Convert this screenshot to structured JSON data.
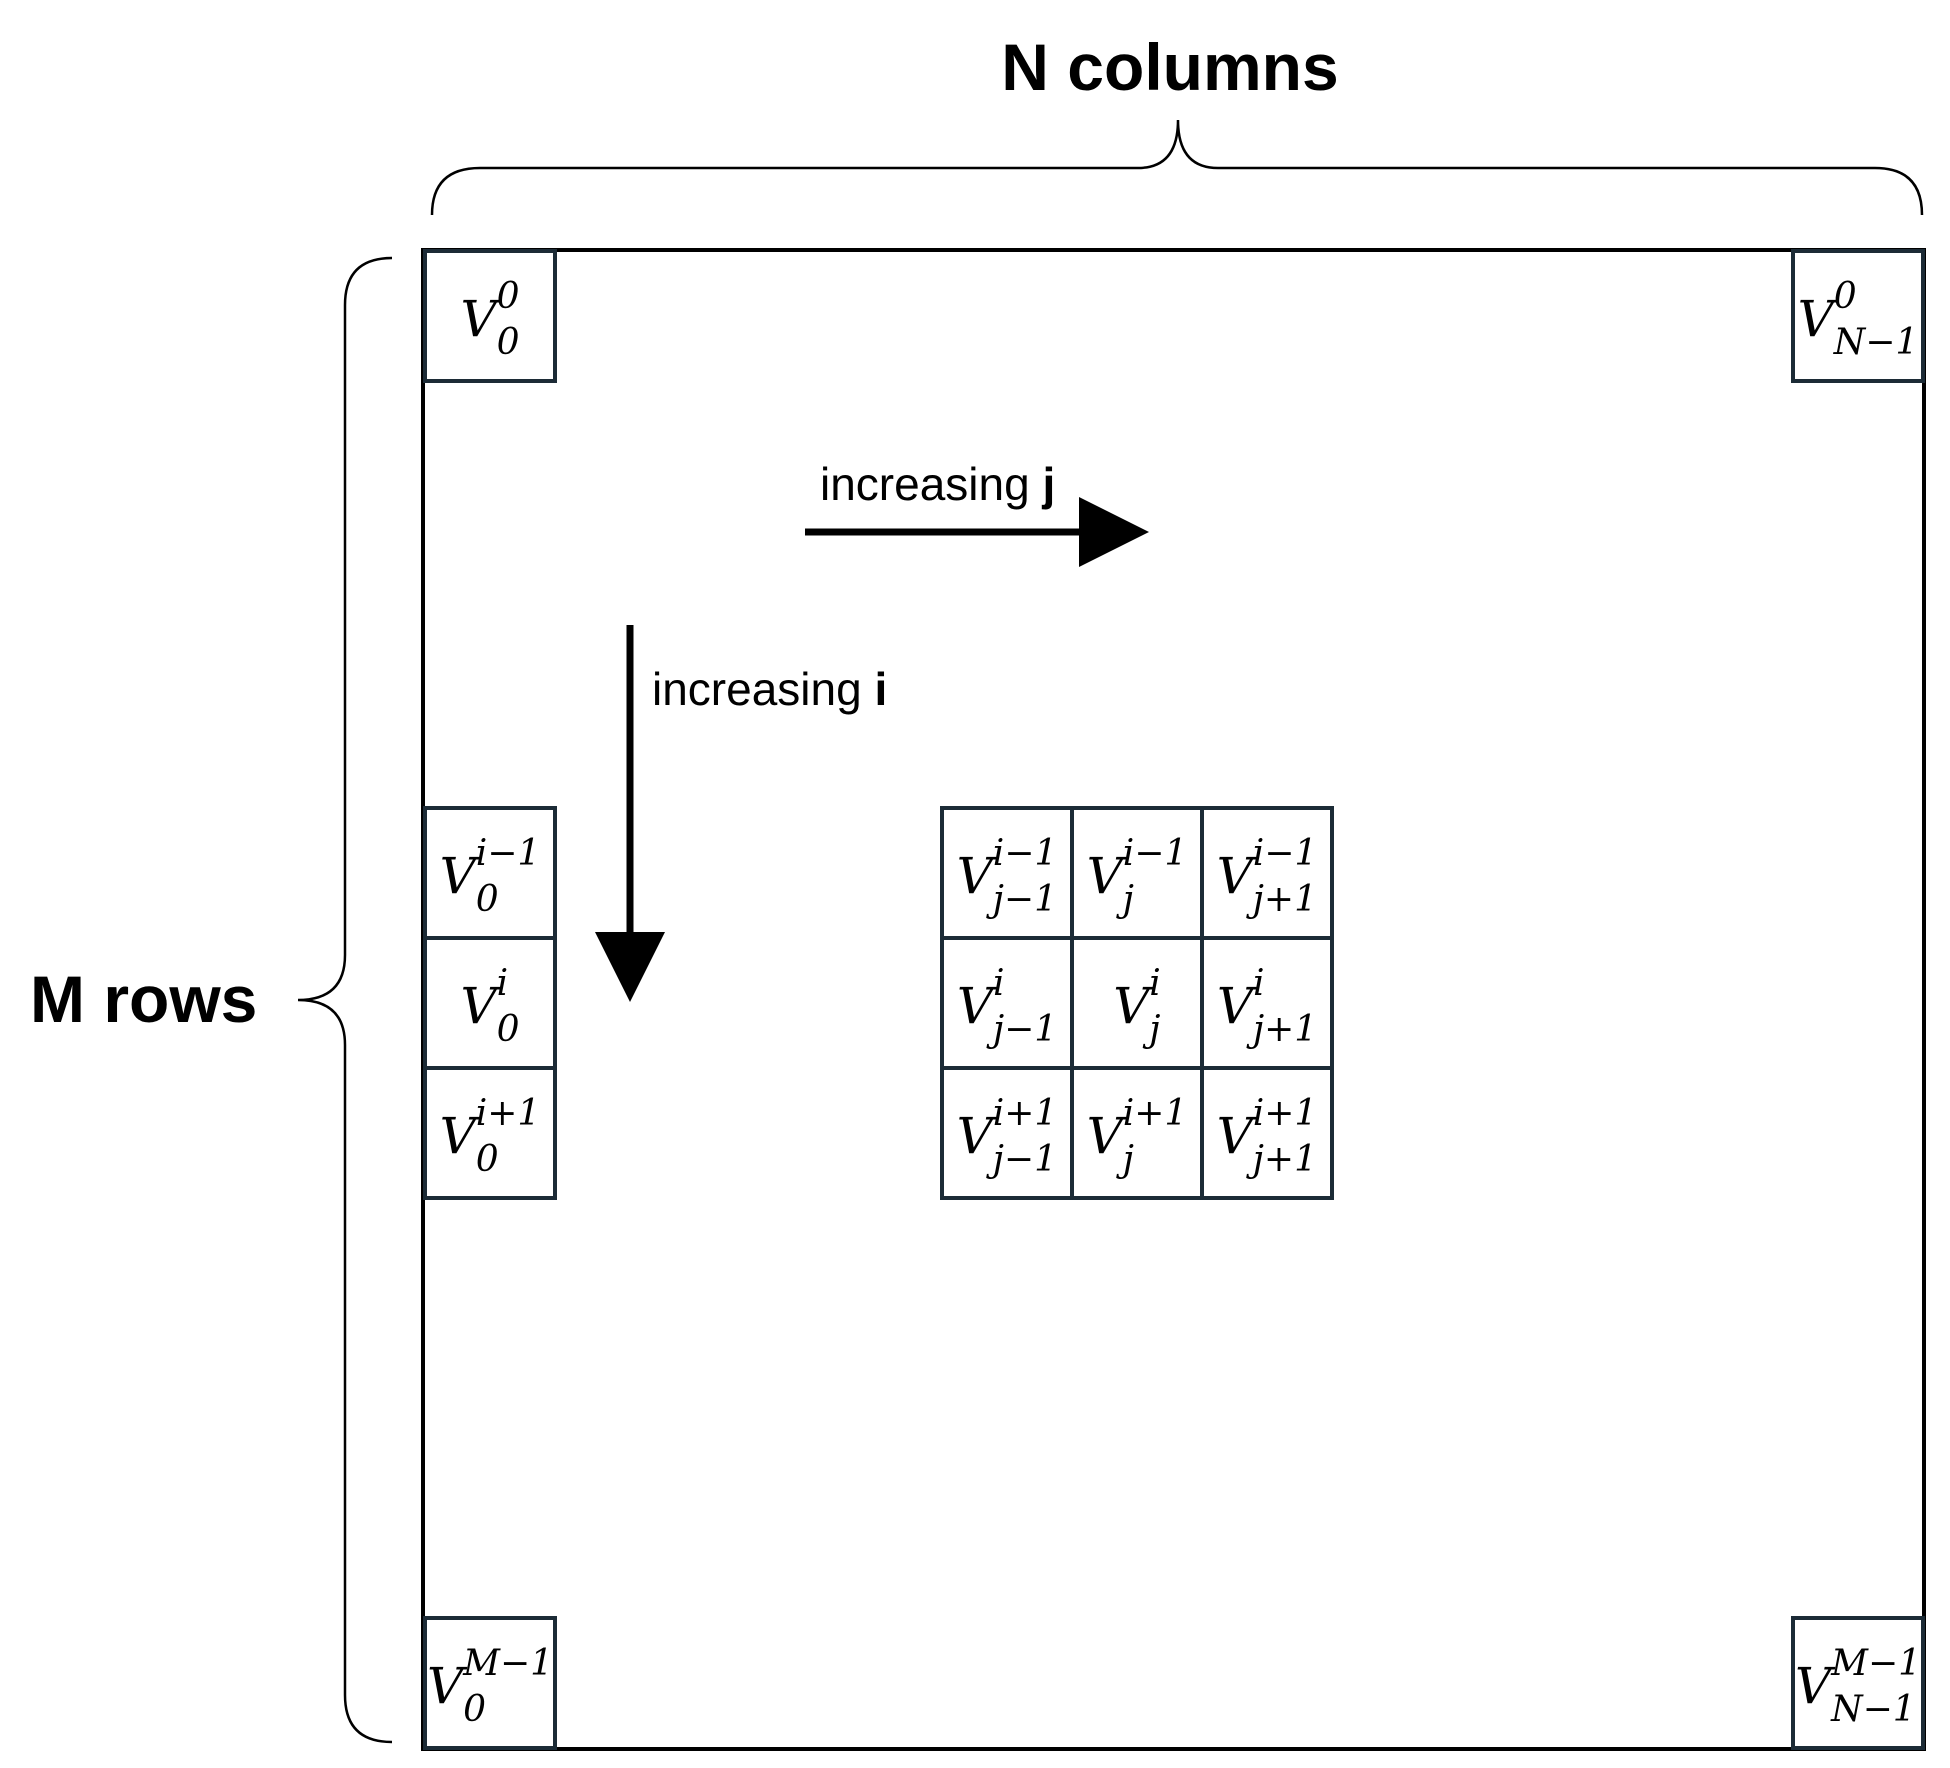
{
  "labels": {
    "columns": "N columns",
    "rows": "M rows",
    "increasing_j_text": "increasing ",
    "increasing_j_var": "j",
    "increasing_i_text": "increasing ",
    "increasing_i_var": "i"
  },
  "cells": {
    "top_left": {
      "base": "V",
      "sup": "0",
      "sub": "0"
    },
    "top_right": {
      "base": "V",
      "sup": "0",
      "sub": "N−1"
    },
    "bottom_left": {
      "base": "V",
      "sup": "M−1",
      "sub": "0"
    },
    "bottom_right": {
      "base": "V",
      "sup": "M−1",
      "sub": "N−1"
    },
    "left_column": [
      {
        "base": "V",
        "sup": "i−1",
        "sub": "0"
      },
      {
        "base": "V",
        "sup": "i",
        "sub": "0"
      },
      {
        "base": "V",
        "sup": "i+1",
        "sub": "0"
      }
    ],
    "stencil": [
      [
        {
          "base": "V",
          "sup": "i−1",
          "sub": "j−1"
        },
        {
          "base": "V",
          "sup": "i−1",
          "sub": "j"
        },
        {
          "base": "V",
          "sup": "i−1",
          "sub": "j+1"
        }
      ],
      [
        {
          "base": "V",
          "sup": "i",
          "sub": "j−1"
        },
        {
          "base": "V",
          "sup": "i",
          "sub": "j"
        },
        {
          "base": "V",
          "sup": "i",
          "sub": "j+1"
        }
      ],
      [
        {
          "base": "V",
          "sup": "i+1",
          "sub": "j−1"
        },
        {
          "base": "V",
          "sup": "i+1",
          "sub": "j"
        },
        {
          "base": "V",
          "sup": "i+1",
          "sub": "j+1"
        }
      ]
    ]
  }
}
